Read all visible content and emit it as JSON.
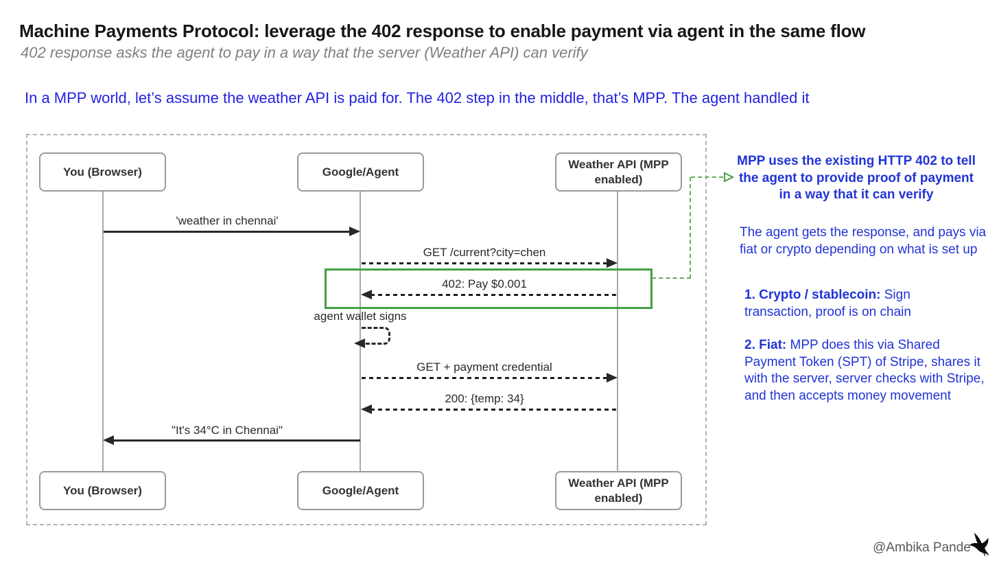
{
  "header": {
    "title": "Machine Payments Protocol: leverage the 402 response to enable payment via agent in the same flow",
    "subtitle": "402 response asks the agent to pay in a way that the server (Weather API) can verify",
    "intro": "In a MPP world, let’s assume the weather API is paid for. The 402 step in the middle, that’s MPP. The agent handled it"
  },
  "diagram": {
    "actors": [
      {
        "id": "you",
        "label": "You (Browser)"
      },
      {
        "id": "agent",
        "label": "Google/Agent"
      },
      {
        "id": "weather",
        "label": "Weather API (MPP enabled)"
      }
    ],
    "messages": [
      {
        "label": "'weather in chennai'",
        "from": "you",
        "to": "agent",
        "style": "solid"
      },
      {
        "label": "GET /current?city=chen",
        "from": "agent",
        "to": "weather",
        "style": "dotted"
      },
      {
        "label": "402: Pay $0.001",
        "from": "weather",
        "to": "agent",
        "style": "dotted",
        "highlighted": true
      },
      {
        "label": "agent wallet signs",
        "type": "self",
        "on": "agent",
        "style": "dashed"
      },
      {
        "label": "GET + payment credential",
        "from": "agent",
        "to": "weather",
        "style": "dotted"
      },
      {
        "label": "200: {temp: 34}",
        "from": "weather",
        "to": "agent",
        "style": "dotted"
      },
      {
        "label": "\"It's 34°C in Chennai\"",
        "from": "agent",
        "to": "you",
        "style": "solid"
      }
    ]
  },
  "annotations": {
    "callout": "MPP uses the existing HTTP 402 to tell the agent to provide proof of payment in a way that it can verify",
    "paragraph": "The agent gets the response, and pays via fiat or crypto depending on what is set up",
    "item1_bold": "1. Crypto / stablecoin:",
    "item1_rest": " Sign transaction, proof is on chain",
    "item2_bold": "2. Fiat:",
    "item2_rest": " MPP does this via Shared Payment Token (SPT) of Stripe, shares it with the server, server checks with Stripe, and then accepts money movement"
  },
  "footer": {
    "credit": "@Ambika Pande"
  },
  "colors": {
    "intro_blue": "#2222e2",
    "note_blue": "#2133d6",
    "highlight_green": "#44a044",
    "connector_green": "#63a95b"
  }
}
